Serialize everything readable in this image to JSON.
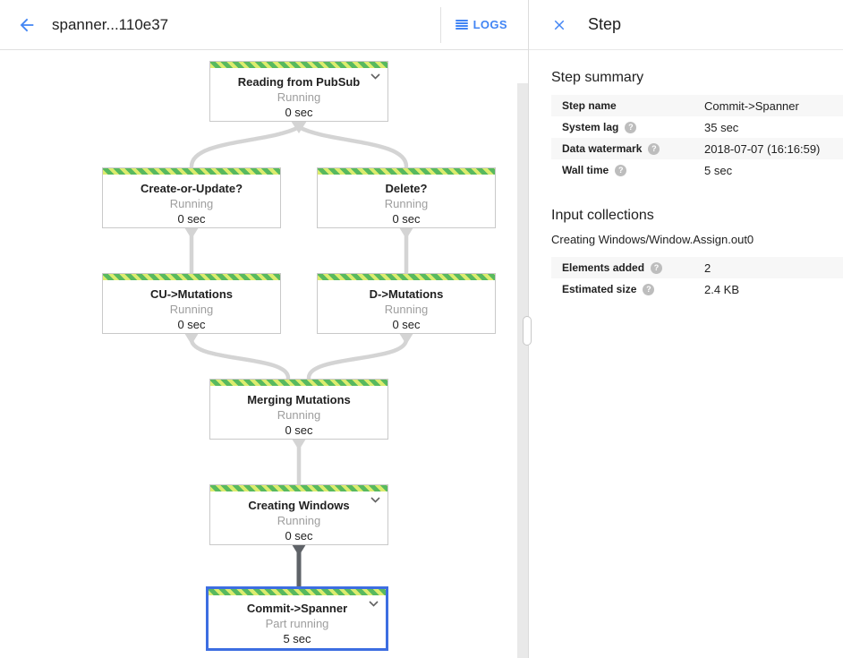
{
  "header": {
    "title": "spanner...110e37",
    "logs_label": "LOGS"
  },
  "panel": {
    "title": "Step",
    "step_summary": {
      "heading": "Step summary",
      "rows": [
        {
          "label": "Step name",
          "value": "Commit->Spanner"
        },
        {
          "label": "System lag",
          "value": "35 sec"
        },
        {
          "label": "Data watermark",
          "value": "2018-07-07 (16:16:59)"
        },
        {
          "label": "Wall time",
          "value": "5 sec"
        }
      ]
    },
    "input_collections": {
      "heading": "Input collections",
      "collection_name": "Creating Windows/Window.Assign.out0",
      "rows": [
        {
          "label": "Elements added",
          "value": "2"
        },
        {
          "label": "Estimated size",
          "value": "2.4 KB"
        }
      ]
    },
    "help_glyph": "?"
  },
  "graph": {
    "nodes": [
      {
        "title": "Reading from PubSub",
        "status": "Running",
        "time": "0 sec"
      },
      {
        "title": "Create-or-Update?",
        "status": "Running",
        "time": "0 sec"
      },
      {
        "title": "Delete?",
        "status": "Running",
        "time": "0 sec"
      },
      {
        "title": "CU->Mutations",
        "status": "Running",
        "time": "0 sec"
      },
      {
        "title": "D->Mutations",
        "status": "Running",
        "time": "0 sec"
      },
      {
        "title": "Merging Mutations",
        "status": "Running",
        "time": "0 sec"
      },
      {
        "title": "Creating Windows",
        "status": "Running",
        "time": "0 sec"
      },
      {
        "title": "Commit->Spanner",
        "status": "Part running",
        "time": "5 sec"
      }
    ]
  },
  "colors": {
    "accent_blue": "#4285f4",
    "selected_border": "#3d6ee1",
    "stripe_green": "#58b95f",
    "stripe_lime": "#dcec6e",
    "edge_gray": "#d4d4d4",
    "edge_dark": "#5f6368"
  }
}
